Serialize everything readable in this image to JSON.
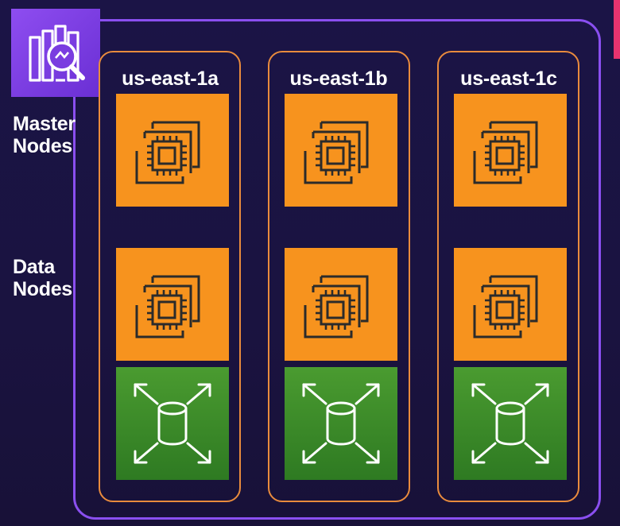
{
  "diagram": {
    "zones": [
      {
        "label": "us-east-1a"
      },
      {
        "label": "us-east-1b"
      },
      {
        "label": "us-east-1c"
      }
    ],
    "rows": {
      "master": {
        "label": "Master\nNodes"
      },
      "data": {
        "label": "Data\nNodes"
      }
    },
    "icons": {
      "service_logo": "search-analytics-icon",
      "instance": "ec2-instances-icon",
      "storage": "ebs-volume-icon"
    },
    "colors": {
      "background": "#1a1340",
      "domain_border": "#8a4ff0",
      "zone_border": "#e98b3d",
      "instance_tile": "#f7931e",
      "storage_tile": "#3a8a28",
      "accent_strip": "#e8336f"
    }
  }
}
